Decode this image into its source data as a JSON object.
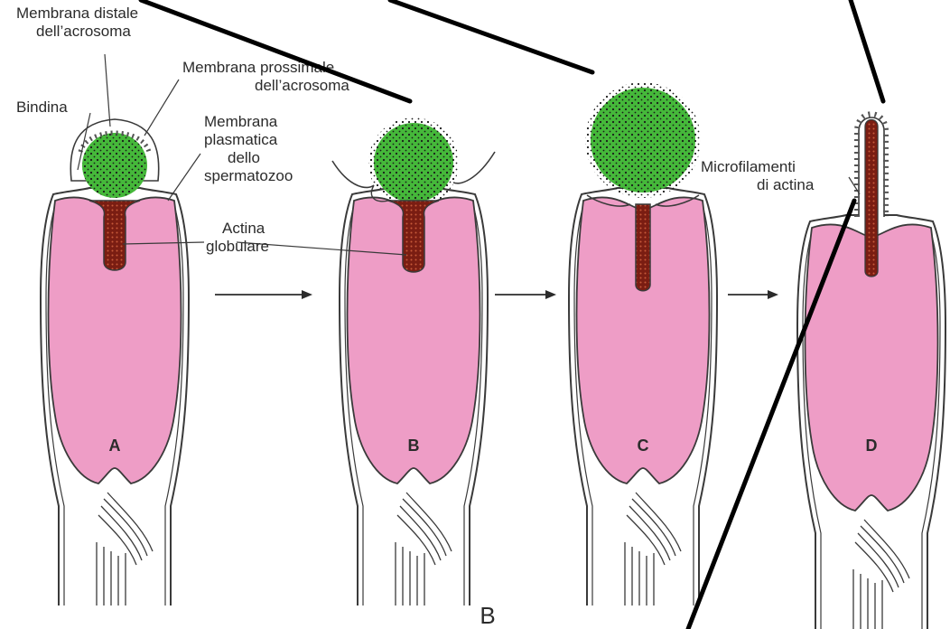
{
  "figure": {
    "caption_letter": "B",
    "stages": [
      "A",
      "B",
      "C",
      "D"
    ]
  },
  "labels": {
    "distal_membrane": [
      "Membrana distale",
      "dell’acrosoma"
    ],
    "proximal_membrane": [
      "Membrana prossimale",
      "dell’acrosoma"
    ],
    "bindin": [
      "Bindina"
    ],
    "plasma_membrane": [
      "Membrana",
      "plasmatica",
      "dello",
      "spermatozoo"
    ],
    "globular_actin": [
      "Actina",
      "globulare"
    ],
    "actin_microfilaments": [
      "Microfilamenti",
      "di actina"
    ]
  },
  "colors": {
    "nucleus": "#ee9dc6",
    "acrosome_green": "#45b83a",
    "actin_dark": "#7a1d12",
    "outline": "#3a3a3a",
    "overlay_line": "#000000"
  }
}
